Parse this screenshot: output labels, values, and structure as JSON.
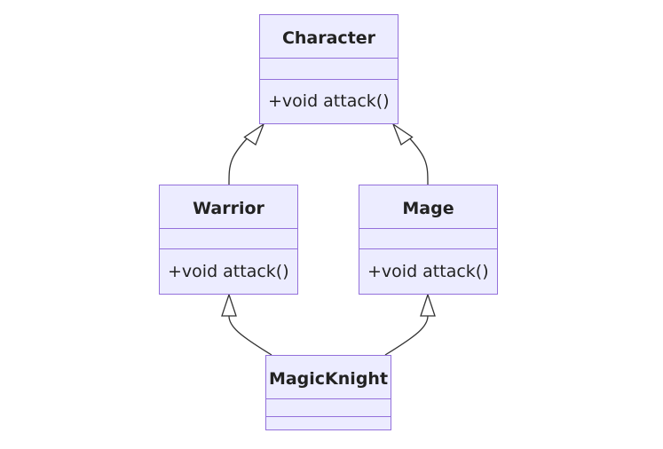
{
  "classes": {
    "character": {
      "name": "Character",
      "methods": [
        "+void attack()"
      ]
    },
    "warrior": {
      "name": "Warrior",
      "methods": [
        "+void attack()"
      ]
    },
    "mage": {
      "name": "Mage",
      "methods": [
        "+void attack()"
      ]
    },
    "magic_knight": {
      "name": "MagicKnight",
      "methods": []
    }
  },
  "relations": [
    {
      "from": "Warrior",
      "to": "Character",
      "type": "inheritance"
    },
    {
      "from": "Mage",
      "to": "Character",
      "type": "inheritance"
    },
    {
      "from": "MagicKnight",
      "to": "Warrior",
      "type": "inheritance"
    },
    {
      "from": "MagicKnight",
      "to": "Mage",
      "type": "inheritance"
    }
  ],
  "colors": {
    "box_fill": "#ECECFF",
    "box_stroke": "#9370DB",
    "edge": "#333333",
    "text": "#222222"
  }
}
